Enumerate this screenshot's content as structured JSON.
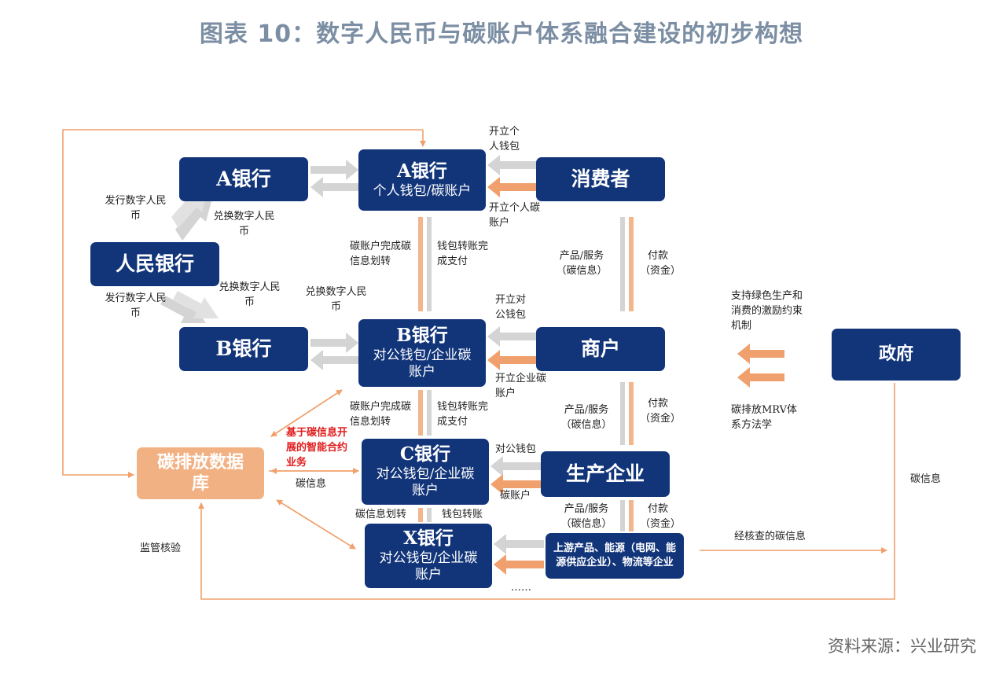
{
  "title": "图表 10：数字人民币与碳账户体系融合建设的初步构想",
  "source": "资料来源：兴业研究",
  "boxes": {
    "a_bank": "A银行",
    "a_wallet_main": "A银行",
    "a_wallet_sub": "个人钱包/碳账户",
    "consumer": "消费者",
    "pboc": "人民银行",
    "b_bank": "B银行",
    "b_wallet_main": "B银行",
    "b_wallet_sub": "对公钱包/企业碳账户",
    "merchant": "商户",
    "government": "政府",
    "carbon_db": "碳排放数据库",
    "c_wallet_main": "C银行",
    "c_wallet_sub": "对公钱包/企业碳账户",
    "producer": "生产企业",
    "x_wallet_main": "X银行",
    "x_wallet_sub": "对公钱包/企业碳账户",
    "upstream": "上游产品、能源（电网、能源供应企业）、物流等企业"
  },
  "labels": {
    "open_personal_wallet": "开立个人钱包",
    "open_personal_carbon": "开立个人碳账户",
    "issue_1": "发行数字人民币",
    "exchange_1": "兑换数字人民币",
    "exchange_2": "兑换数字人民币",
    "issue_2": "发行数字人民币",
    "exchange_3": "兑换数字人民币",
    "carbon_transfer_1": "碳账户完成碳信息划转",
    "wallet_transfer_1": "钱包转账完成支付",
    "product_service_1": "产品/服务（碳信息）",
    "payment_1": "付款（资金）",
    "open_corp_wallet": "开立对公钱包",
    "open_corp_carbon": "开立企业碳账户",
    "support_green": "支持绿色生产和消费的激励约束机制",
    "mrv": "碳排放MRV体系方法学",
    "product_service_2": "产品/服务（碳信息）",
    "payment_2": "付款（资金）",
    "carbon_transfer_2": "碳账户完成碳信息划转",
    "wallet_transfer_2": "钱包转账完成支付",
    "smart_contract": "基于碳信息开展的智能合约业务",
    "carbon_info_1": "碳信息",
    "corp_wallet": "对公钱包",
    "carbon_account": "碳账户",
    "carbon_info_transfer": "碳信息划转",
    "wallet_transfer_3": "钱包转账",
    "product_service_3": "产品/服务（碳信息）",
    "payment_3": "付款（资金）",
    "verified_carbon": "经核查的碳信息",
    "carbon_info_2": "碳信息",
    "supervision": "监管核验",
    "ellipsis": "……"
  },
  "colors": {
    "box_blue": "#12357a",
    "box_peach": "#f2b183",
    "arrow_orange": "#f0a06c",
    "arrow_gray": "#d4d4d4",
    "title_gray": "#7b8ea3"
  }
}
